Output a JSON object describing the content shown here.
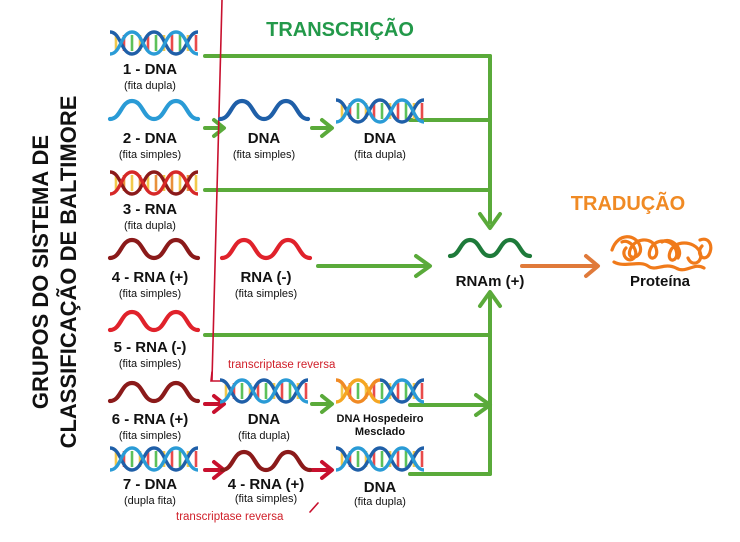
{
  "title_vertical": [
    "GRUPOS DO SISTEMA DE",
    "CLASSIFICAÇÃO DE BALTIMORE"
  ],
  "transcription": "TRANSCRIÇÃO",
  "translation": "TRADUÇÃO",
  "center": {
    "label": "RNAm (+)"
  },
  "product": {
    "label": "Proteína"
  },
  "notes": {
    "rt1": "transcriptase reversa",
    "rt2": "transcriptase reversa"
  },
  "groups": [
    {
      "label": "1 - DNA",
      "sub": "(fita dupla)"
    },
    {
      "label": "2 - DNA",
      "sub": "(fita simples)",
      "steps": [
        {
          "label": "DNA",
          "sub": "(fita simples)"
        },
        {
          "label": "DNA",
          "sub": "(fita dupla)"
        }
      ]
    },
    {
      "label": "3 - RNA",
      "sub": "(fita dupla)"
    },
    {
      "label": "4 - RNA (+)",
      "sub": "(fita simples)",
      "steps": [
        {
          "label": "RNA (-)",
          "sub": "(fita simples)"
        }
      ]
    },
    {
      "label": "5 - RNA (-)",
      "sub": "(fita simples)"
    },
    {
      "label": "6 - RNA (+)",
      "sub": "(fita simples)",
      "steps": [
        {
          "label": "DNA",
          "sub": "(fita dupla)"
        },
        {
          "label": "DNA Hospedeiro",
          "sub": "Mesclado"
        }
      ]
    },
    {
      "label": "7 - DNA",
      "sub": "(dupla fita)",
      "steps": [
        {
          "label": "4 - RNA (+)",
          "sub": "(fita simples)"
        },
        {
          "label": "DNA",
          "sub": "(fita dupla)"
        }
      ]
    }
  ],
  "colors": {
    "arrow_green": "#5aaa3a",
    "arrow_red": "#c8102e",
    "arrow_orange": "#e07a3a",
    "dna_blue": "#1f5fa8",
    "dna_light": "#2a9bd6",
    "rna_dark": "#8b1a1a",
    "rna_red": "#e0222b",
    "mrna_green": "#1e7a3a",
    "protein_orange": "#f07a1a"
  }
}
